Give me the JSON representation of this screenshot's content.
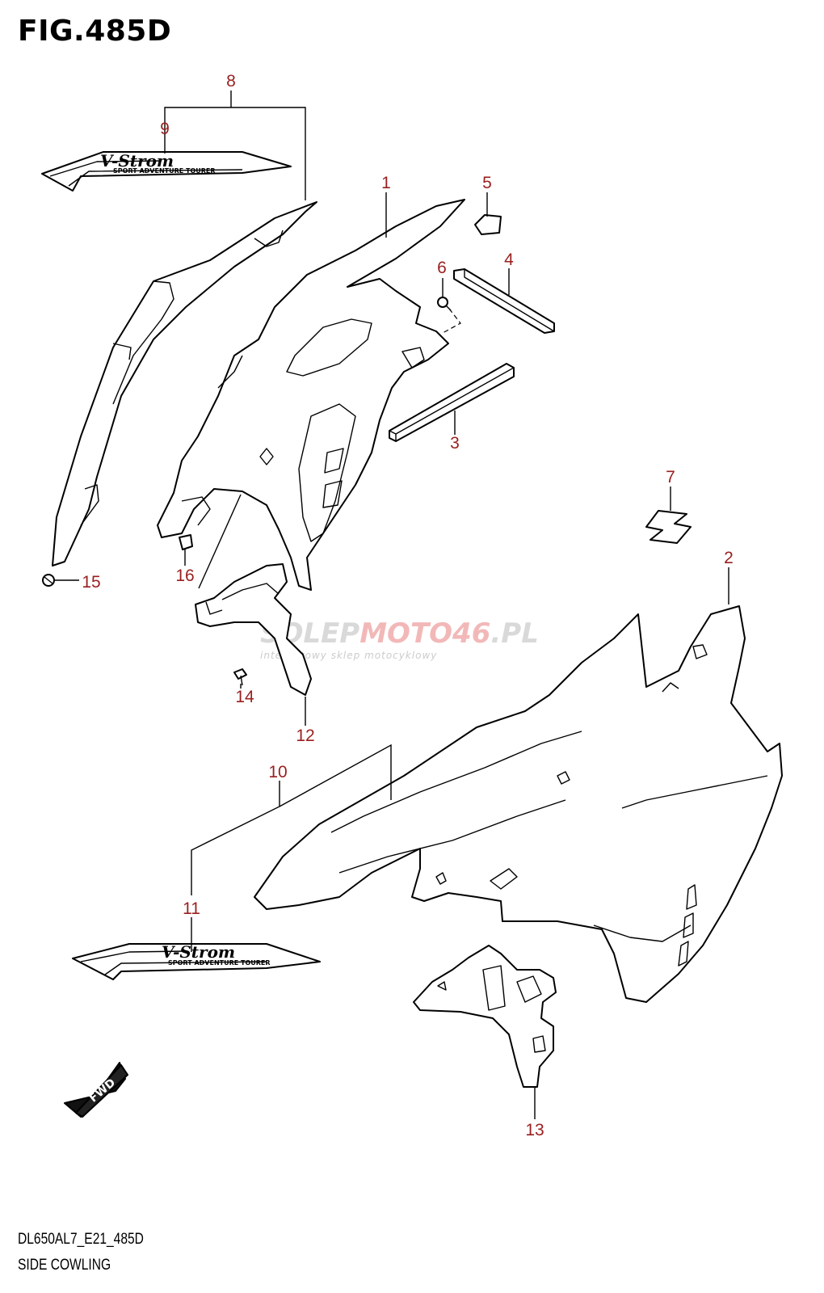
{
  "figure": {
    "title": "FIG.485D",
    "footer_code": "DL650AL7_E21_485D",
    "footer_name": "SIDE COWLING"
  },
  "watermark": {
    "main": "SOLEP",
    "accent": "MOTO46",
    "suffix": ".PL",
    "sub": "internetowy sklep motocyklowy"
  },
  "decal": {
    "brand": "V-Strom",
    "tagline": "SPORT ADVENTURE TOURER"
  },
  "fwd_arrow": {
    "label": "FWD"
  },
  "part_labels": [
    "1",
    "2",
    "3",
    "4",
    "5",
    "6",
    "7",
    "8",
    "9",
    "10",
    "11",
    "12",
    "13",
    "14",
    "15",
    "16"
  ],
  "colors": {
    "label": "#9a1f1f",
    "line": "#000000",
    "watermark": "#d9d9d9",
    "watermark_accent": "#f2b8b8"
  }
}
